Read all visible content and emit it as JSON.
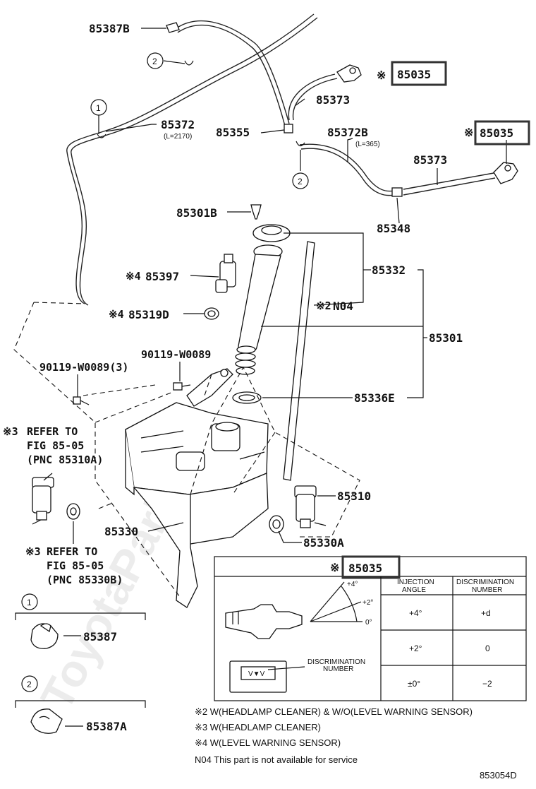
{
  "labels": {
    "p85387B": "85387B",
    "p85372": "85372",
    "p85372_len": "(L=2170)",
    "p85355": "85355",
    "p85373a": "85373",
    "p85035a": "85035",
    "p85372B": "85372B",
    "p85372B_len": "(L=365)",
    "p85035b": "85035",
    "p85373b": "85373",
    "p85348": "85348",
    "p85301B": "85301B",
    "p85332": "85332",
    "p85397": "85397",
    "pN04": "N04",
    "p85319D": "85319D",
    "p85301": "85301",
    "p90119a": "90119-W0089",
    "p90119b": "90119-W0089(3)",
    "p85336E": "85336E",
    "ref1_line1": "REFER TO",
    "ref1_line2": "FIG 85-05",
    "ref1_line3": "(PNC 85310A)",
    "p85310": "85310",
    "p85330": "85330",
    "p85330A": "85330A",
    "ref2_line1": "REFER TO",
    "ref2_line2": "FIG 85-05",
    "ref2_line3": "(PNC 85330B)",
    "p85387": "85387",
    "p85387A": "85387A",
    "circle1": "1",
    "circle2": "2",
    "mark": "※",
    "m2": "※2",
    "m3": "※3",
    "m4": "※4"
  },
  "detail_box": {
    "part": "85035",
    "col_injection": [
      "INJECTION",
      "ANGLE"
    ],
    "col_discrimination": [
      "DISCRIMINATION",
      "NUMBER"
    ],
    "rows": [
      {
        "angle": "+4°",
        "number": "+d"
      },
      {
        "angle": "+2°",
        "number": "0"
      },
      {
        "angle": "±0°",
        "number": "−2"
      }
    ],
    "angle_marks": [
      "+4°",
      "+2°",
      "0°"
    ],
    "disc_label": [
      "DISCRIMINATION",
      "NUMBER"
    ]
  },
  "notes": [
    "※2 W(HEADLAMP CLEANER) & W/O(LEVEL WARNING SENSOR)",
    "※3 W(HEADLAMP CLEANER)",
    "※4 W(LEVEL WARNING SENSOR)",
    "N04  This part is not available for service"
  ],
  "figure_code": "853054D",
  "watermark": "ToyotaParMr.ru"
}
